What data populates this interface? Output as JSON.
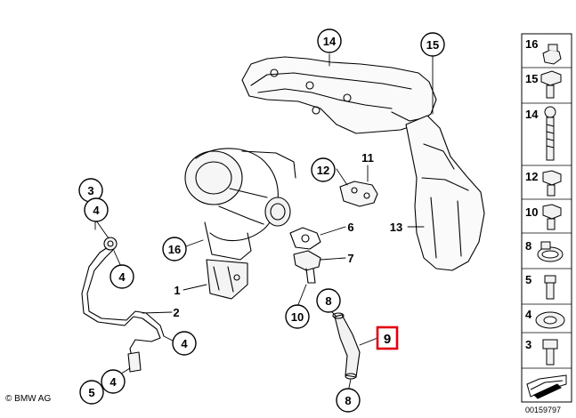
{
  "diagram": {
    "callouts": [
      {
        "id": "c14",
        "label": "14"
      },
      {
        "id": "c15",
        "label": "15"
      },
      {
        "id": "c3",
        "label": "3"
      },
      {
        "id": "c4a",
        "label": "4"
      },
      {
        "id": "c4b",
        "label": "4"
      },
      {
        "id": "c16",
        "label": "16"
      },
      {
        "id": "c12",
        "label": "12"
      },
      {
        "id": "c10",
        "label": "10"
      },
      {
        "id": "c8a",
        "label": "8"
      },
      {
        "id": "c4c",
        "label": "4"
      },
      {
        "id": "c5",
        "label": "5"
      },
      {
        "id": "c4d",
        "label": "4"
      },
      {
        "id": "c8b",
        "label": "8"
      }
    ],
    "plain_labels": [
      {
        "id": "l11",
        "label": "11"
      },
      {
        "id": "l6",
        "label": "6"
      },
      {
        "id": "l13",
        "label": "13"
      },
      {
        "id": "l7",
        "label": "7"
      },
      {
        "id": "l1",
        "label": "1"
      },
      {
        "id": "l2",
        "label": "2"
      }
    ],
    "highlighted": {
      "label": "9",
      "color": "#e3000f"
    },
    "sidebar_items": [
      "16",
      "15",
      "14",
      "12",
      "10",
      "8",
      "5",
      "4",
      "3"
    ],
    "copyright": "© BMW AG",
    "doc_number": "00159797"
  }
}
